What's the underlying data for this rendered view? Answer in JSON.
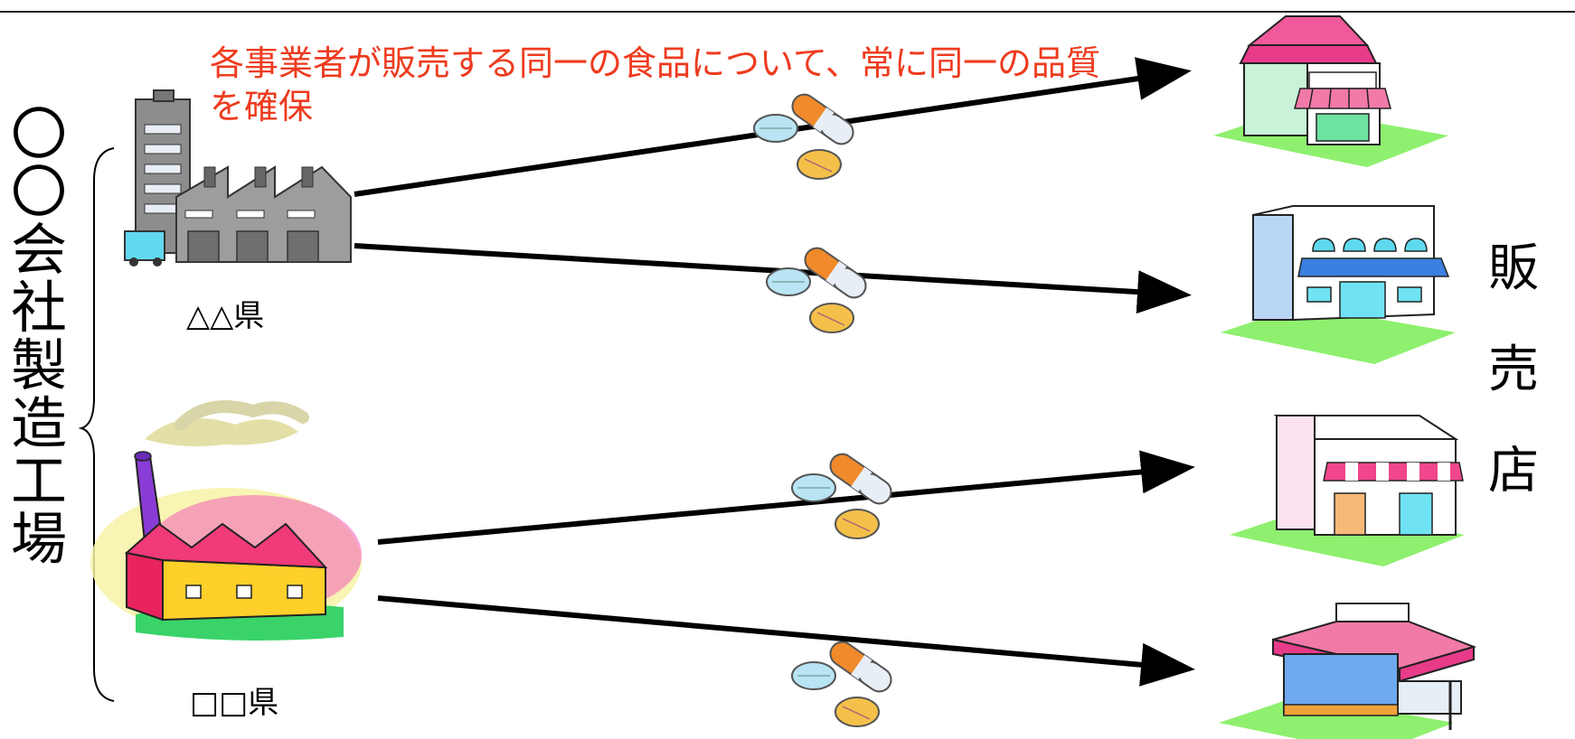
{
  "company_vertical_label": "〇〇会社製造工場",
  "stores_vertical_label": "販売店",
  "quality_note": "各事業者が販売する同一の食品について、常に同一の品質を確保",
  "prefectures": [
    "△△県",
    "□□県"
  ],
  "icons": {
    "factory_modern": "factory-icon",
    "factory_cartoon": "factory-icon",
    "supplement_pills": "pills-icon",
    "store": "store-icon"
  },
  "colors": {
    "note": "#ee3b1f",
    "arrow": "#000000"
  }
}
